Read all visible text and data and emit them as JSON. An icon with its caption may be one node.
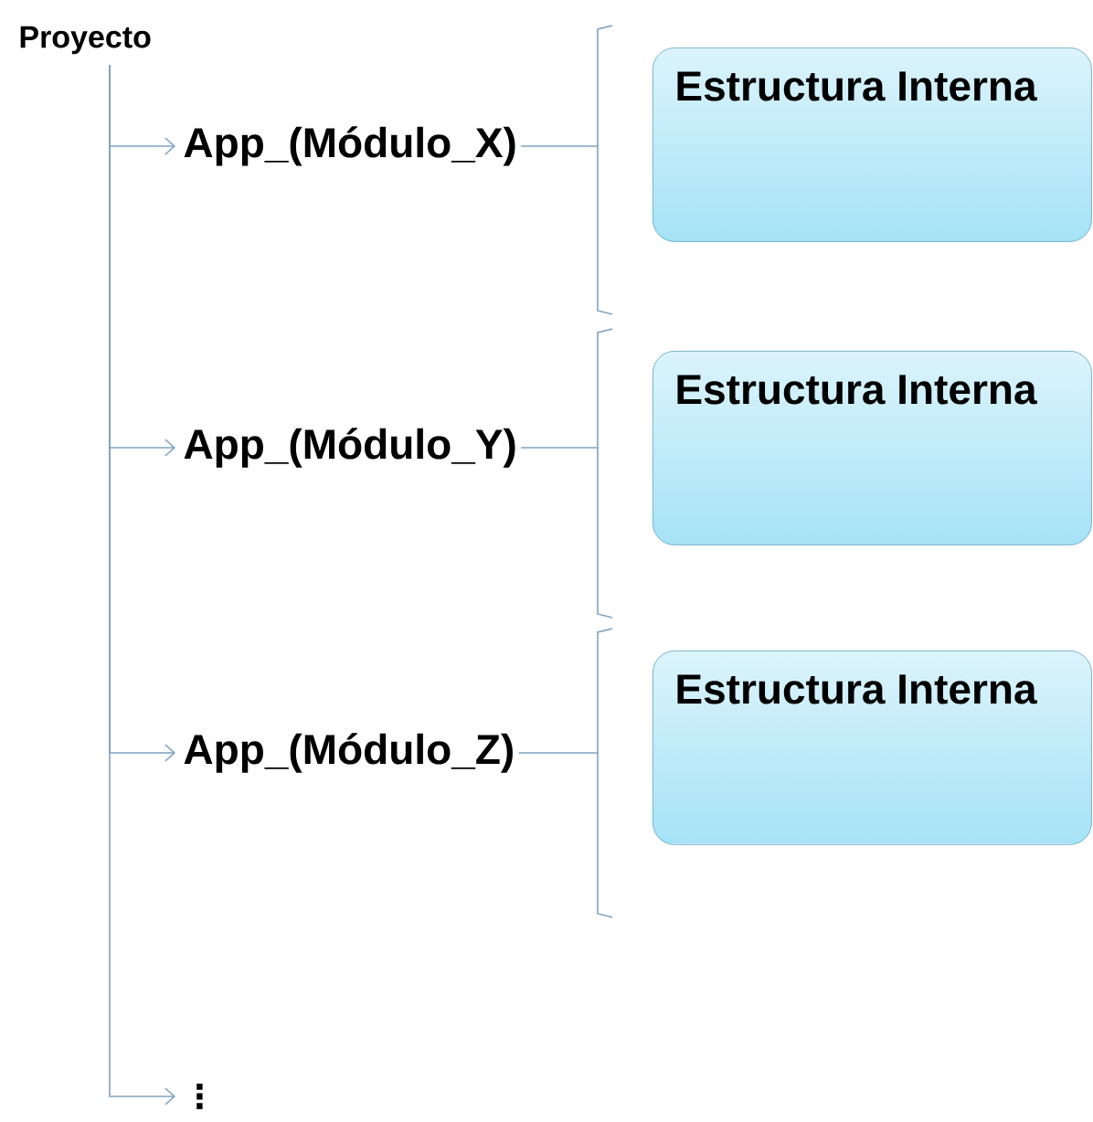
{
  "diagram": {
    "nodes": [
      {
        "text": [
          "Proyecto"
        ]
      },
      {
        "text": [
          "App_(Módulo_X)"
        ]
      },
      {
        "text": [
          "Estructura Interna"
        ]
      },
      {
        "text": [
          "App_(Módulo_Y)"
        ]
      },
      {
        "text": [
          "Estructura Interna"
        ]
      },
      {
        "text": [
          "App_(Módulo_Z)"
        ]
      },
      {
        "text": [
          "Estructura Interna"
        ]
      },
      {
        "text": [
          "⋮"
        ]
      }
    ],
    "edges": [
      {
        "from": 0,
        "to": 1,
        "arrow": "to"
      },
      {
        "from": 0,
        "to": 3,
        "arrow": "to"
      },
      {
        "from": 0,
        "to": 5,
        "arrow": "to"
      },
      {
        "from": 0,
        "to": 7,
        "arrow": "to"
      },
      {
        "from": 1,
        "to": 2,
        "arrow": "none"
      },
      {
        "from": 3,
        "to": 4,
        "arrow": "none"
      },
      {
        "from": 5,
        "to": 6,
        "arrow": "none"
      }
    ]
  }
}
